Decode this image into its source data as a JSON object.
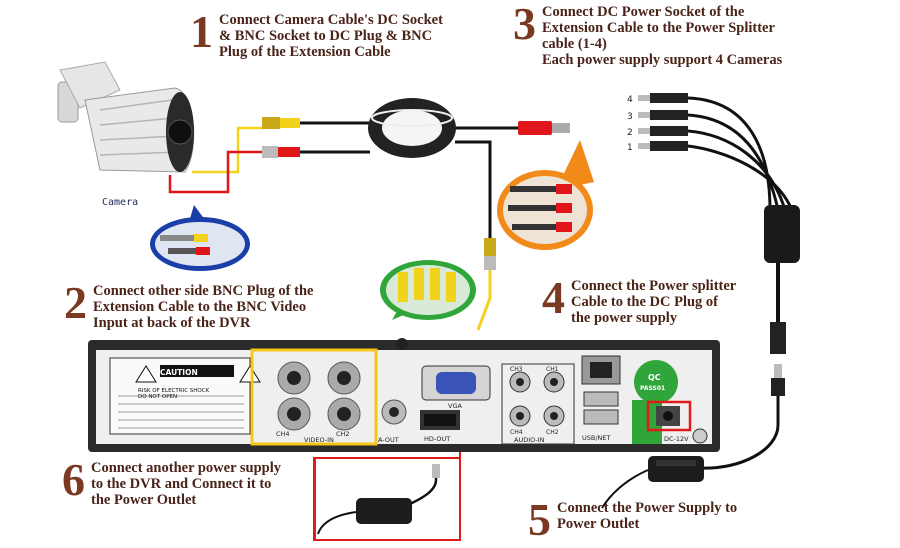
{
  "steps": [
    {
      "number": "1",
      "text": "Connect Camera Cable's DC Socket\n& BNC Socket to DC Plug & BNC\nPlug of the Extension Cable"
    },
    {
      "number": "2",
      "text": "Connect other side BNC Plug of the\nExtension Cable to the BNC Video\nInput at back of the DVR"
    },
    {
      "number": "3",
      "text": "Connect DC Power Socket of the\nExtension Cable to the Power Splitter\ncable (1-4)\nEach power supply support 4 Cameras"
    },
    {
      "number": "4",
      "text": "Connect the Power splitter\nCable to the DC Plug of\nthe power supply"
    },
    {
      "number": "5",
      "text": "Connect the Power Supply to\nPower Outlet"
    },
    {
      "number": "6",
      "text": "Connect another power supply\nto the DVR and Connect it to\nthe Power Outlet"
    }
  ],
  "camera_label": "Camera",
  "splitter_ports": [
    "4",
    "3",
    "2",
    "1"
  ],
  "dvr": {
    "caution_title": "CAUTION",
    "caution_sub": "RISK OF ELECTRIC SHOCK\nDO NOT OPEN",
    "video_in_label": "VIDEO-IN",
    "ch_labels": [
      "CH4",
      "CH2"
    ],
    "a_out_label": "A-OUT",
    "vga_label": "VGA",
    "hd_out_label": "HD-OUT",
    "audio_labels": [
      "CH3",
      "CH1",
      "CH4",
      "CH2"
    ],
    "audio_in_label": "AUDIO-IN",
    "usb_label": "USB/NET",
    "qc_badge": [
      "QC",
      "PASS01"
    ],
    "power_label": "DC-12V"
  },
  "colors": {
    "step_text": "#4a2418",
    "step_number": "#7a3a22",
    "video_cable": "#f2d21b",
    "power_cable_red": "#e0161a",
    "cable_black": "#111111",
    "callout_blue": "#1b3fa8",
    "callout_orange": "#f28a1a",
    "callout_green": "#2fa53a",
    "dvr_body": "#2b2b2b",
    "highlight_yellow": "#f7c41a",
    "highlight_red": "#e01b1b"
  }
}
